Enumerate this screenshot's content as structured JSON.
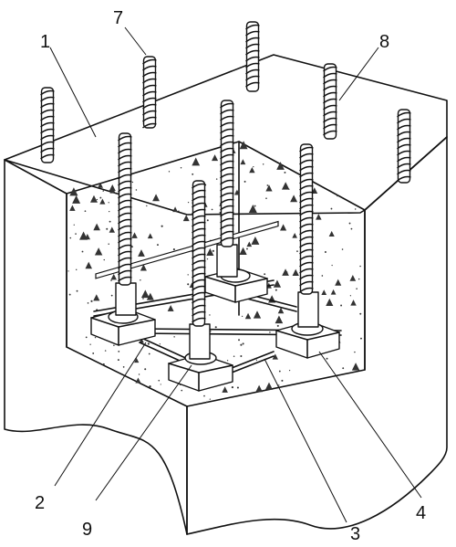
{
  "labels": {
    "l1": "1",
    "l2": "2",
    "l3": "3",
    "l4": "4",
    "l7": "7",
    "l8": "8",
    "l9": "9"
  },
  "colors": {
    "line": "#111111",
    "background": "#ffffff"
  }
}
